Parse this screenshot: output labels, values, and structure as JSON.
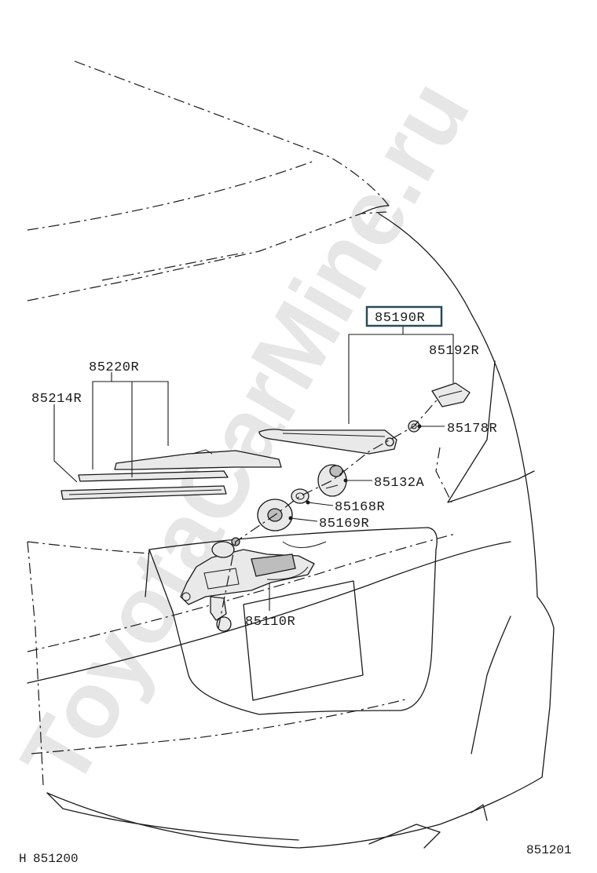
{
  "watermark": "ToyotaCarMine.ru",
  "callouts": {
    "p85190R": "85190R",
    "p85192R": "85192R",
    "p85220R": "85220R",
    "p85214R": "85214R",
    "p85178R": "85178R",
    "p85132A": "85132A",
    "p85168R": "85168R",
    "p85169R": "85169R",
    "p85110R": "85110R"
  },
  "footer": {
    "left_prefix": "H",
    "left_code": "851200",
    "right_code": "851201"
  }
}
